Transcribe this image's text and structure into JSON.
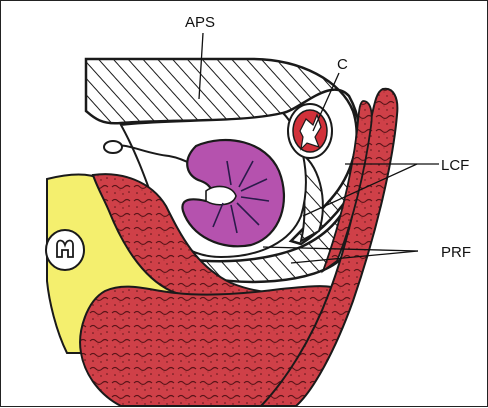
{
  "labels": {
    "aps": "APS",
    "c": "C",
    "lcf": "LCF",
    "prf": "PRF"
  },
  "colors": {
    "muscle": "#cf3e45",
    "fat": "#f5f07a",
    "kidney": "#b84fae",
    "colon": "#d1313a",
    "hatch": "#222222"
  }
}
